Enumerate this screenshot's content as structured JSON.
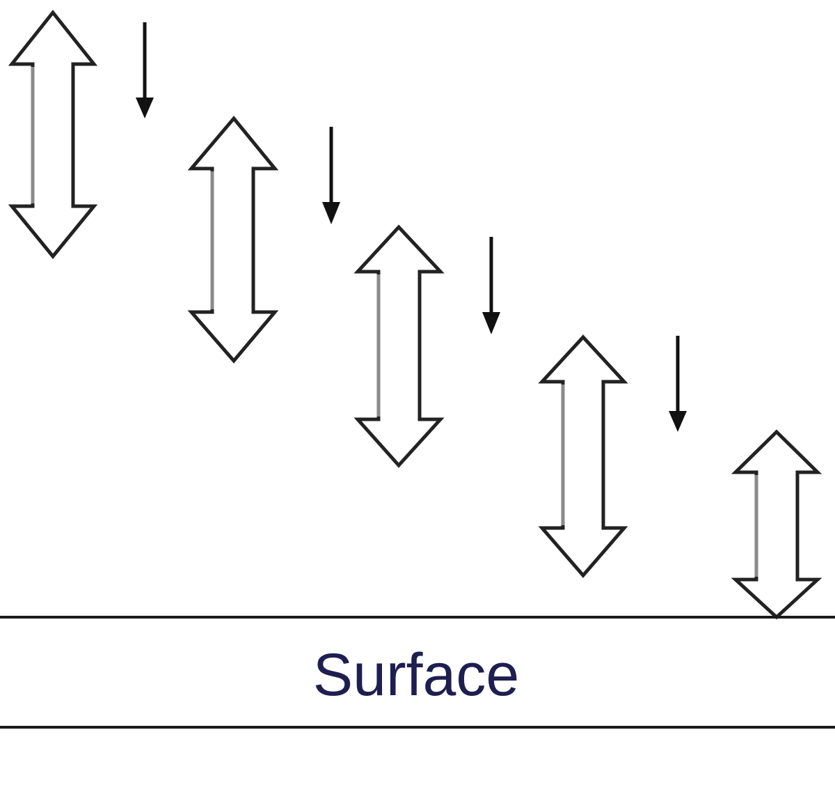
{
  "surface": {
    "label": "Surface"
  },
  "icons": {
    "oscillation": "double-headed-vertical-arrow",
    "motion": "down-arrow"
  },
  "colors": {
    "outline": "#222222",
    "shaft_shade": "#8a8a8a",
    "label": "#1e1e50",
    "background": "#ffffff"
  }
}
